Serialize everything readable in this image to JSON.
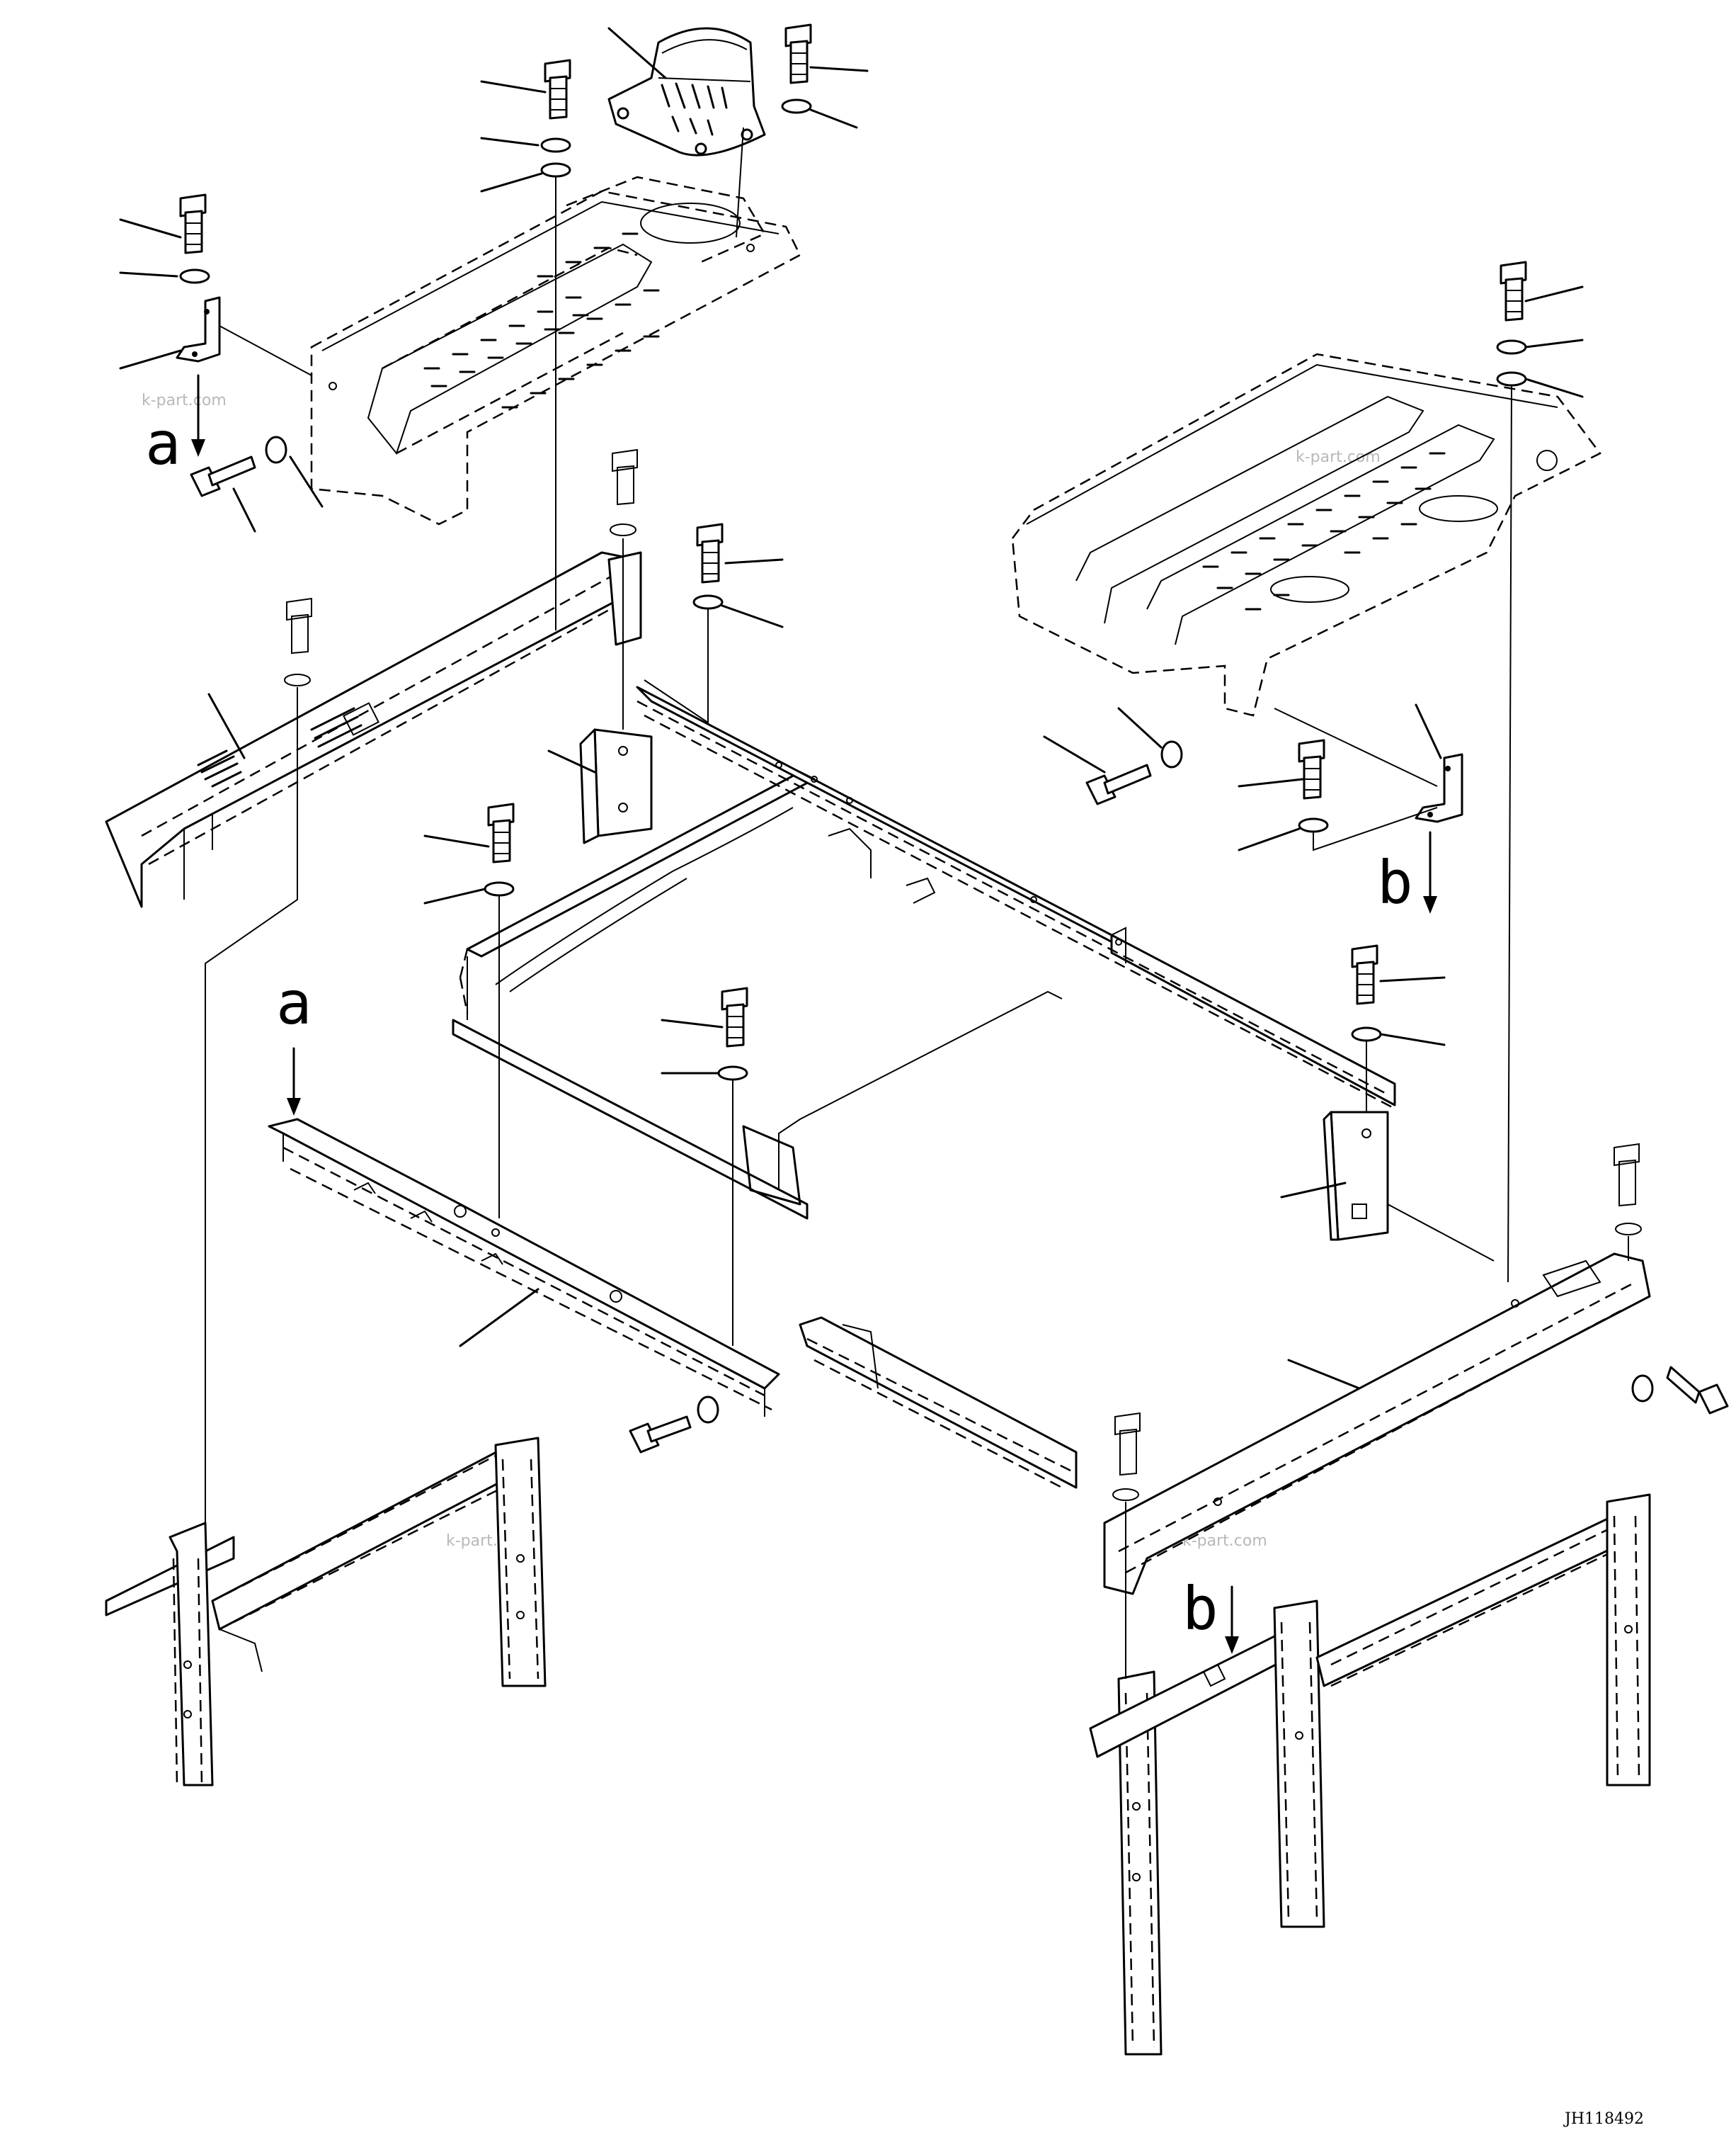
{
  "view_labels": {
    "a_top": "a",
    "a_mid": "a",
    "b_top": "b",
    "b_bottom": "b"
  },
  "watermark": "k-part.com",
  "drawing_code": "JH118492"
}
